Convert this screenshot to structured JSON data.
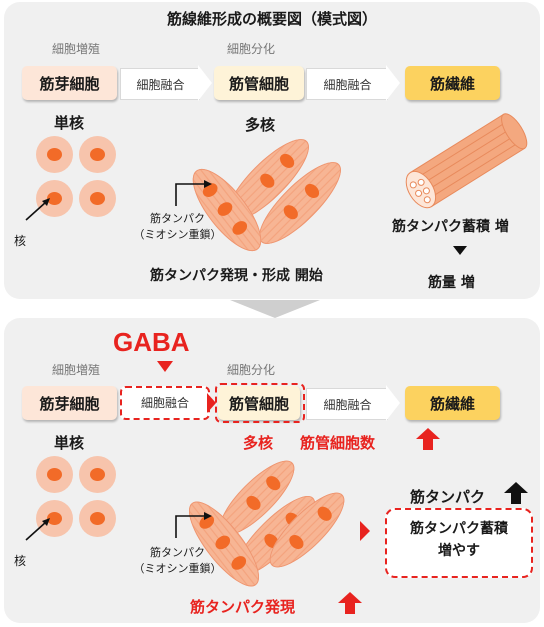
{
  "top": {
    "title": "筋線維形成の概要図（模式図）",
    "stage_labels": {
      "proliferation": "細胞増殖",
      "differentiation": "細胞分化"
    },
    "stages": {
      "myoblast": "筋芽細胞",
      "myotube": "筋管細胞",
      "myofiber": "筋繊維"
    },
    "fusion_arrow_1": "細胞融合",
    "fusion_arrow_2": "細胞融合",
    "mononuclear": "単核",
    "nucleus": "核",
    "multinuclear": "多核",
    "protein_label_1": "筋タンパク",
    "protein_label_2": "（ミオシン重鎖）",
    "expression_start": "筋タンパク発現・形成 開始",
    "accumulation": "筋タンパク蓄積 増",
    "muscle_mass": "筋量 増"
  },
  "bottom": {
    "gaba": "GABA",
    "stage_labels": {
      "proliferation": "細胞増殖",
      "differentiation": "細胞分化"
    },
    "stages": {
      "myoblast": "筋芽細胞",
      "myotube": "筋管細胞",
      "myofiber": "筋繊維"
    },
    "fusion_arrow_1": "細胞融合",
    "fusion_arrow_2": "細胞融合",
    "mononuclear": "単核",
    "nucleus": "核",
    "multinuclear": "多核",
    "myotube_count": "筋管細胞数",
    "protein_label_1": "筋タンパク",
    "protein_label_2": "（ミオシン重鎖）",
    "protein_expression": "筋タンパク発現",
    "protein_up": "筋タンパク",
    "result_line1": "筋タンパク蓄積",
    "result_line2": "増やす"
  },
  "colors": {
    "accent_red": "#e8231f",
    "cell": "#f7c4ac",
    "nucleus": "#f26b28",
    "myofiber": "#fcd25f"
  }
}
